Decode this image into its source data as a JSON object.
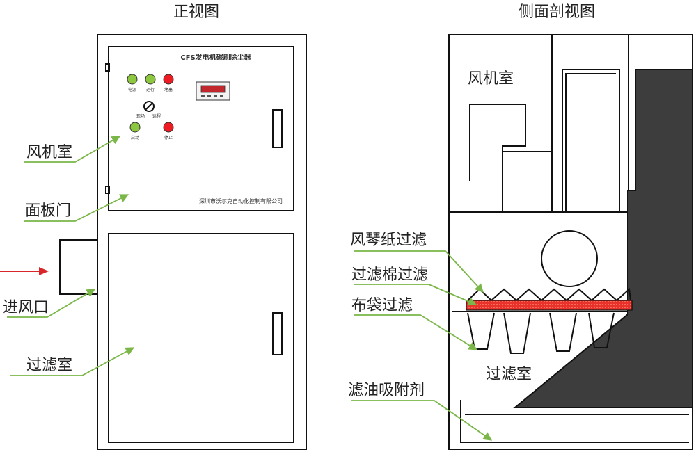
{
  "titles": {
    "front": "正视图",
    "side": "侧面剖视图"
  },
  "front_panel": {
    "title": "CFS发电机碳刷除尘器",
    "indicators": [
      "电源",
      "运行",
      "堵塞"
    ],
    "switch_labels": [
      "现场",
      "远程"
    ],
    "start_label": "启动",
    "stop_label": "停止",
    "company": "深圳市沃尔克自动化控制有限公司"
  },
  "front_callouts": {
    "fan_room": "风机室",
    "panel_door": "面板门",
    "air_inlet": "进风口",
    "filter_room": "过滤室"
  },
  "side_callouts": {
    "fan_room": "风机室",
    "pleated_paper": "风琴纸过滤",
    "cotton_filter": "过滤棉过滤",
    "bag_filter": "布袋过滤",
    "filter_room": "过滤室",
    "oil_absorbent": "滤油吸附剂"
  },
  "colors": {
    "line": "#111111",
    "callout": "#7ab648",
    "indicator_green": "#8dc63f",
    "indicator_red": "#ed1c24",
    "cotton": "#e8322b",
    "slope": "#3d3d3d",
    "arrow_red": "#d9262b"
  }
}
